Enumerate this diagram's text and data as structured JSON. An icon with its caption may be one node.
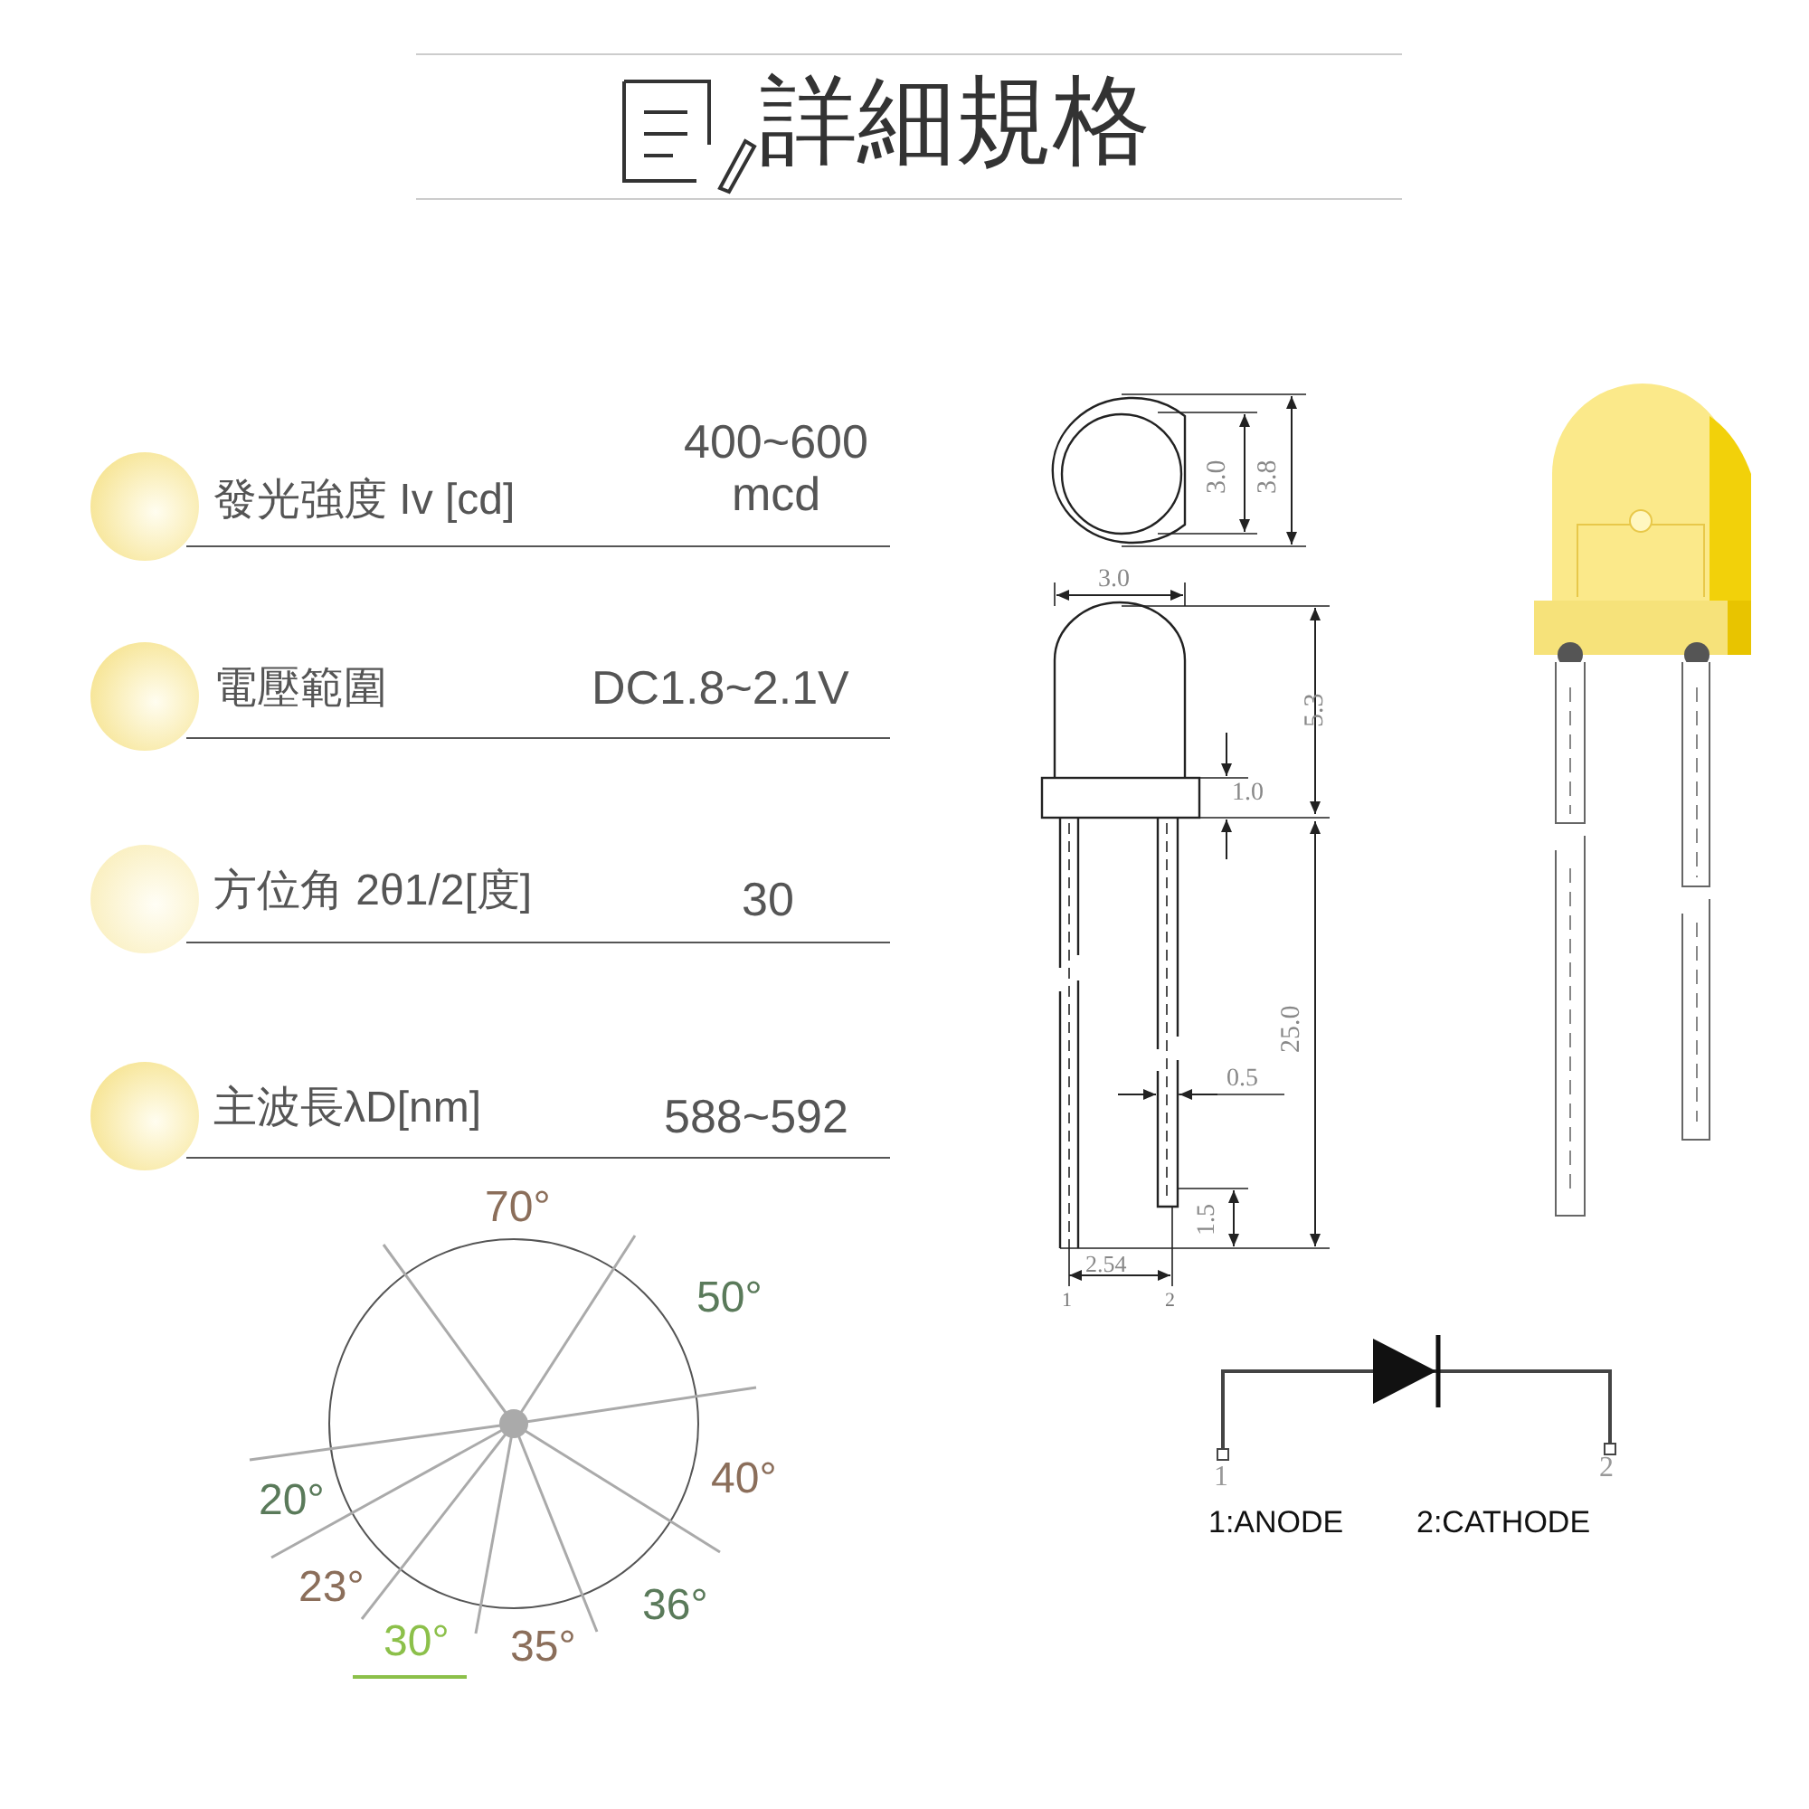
{
  "diagram": {
    "title": "詳細規格",
    "labels": [
      "發光強度 Iv [cd]",
      "400~600 mcd",
      "電壓範圍",
      "DC1.8~2.1V",
      "方位角 2θ1/2[度]",
      "30",
      "主波長λD[nm]",
      "588~592",
      "70°",
      "50°",
      "40°",
      "20°",
      "23°",
      "36°",
      "30°",
      "35°",
      "3.0",
      "3.8",
      "3.0",
      "5.3",
      "1.0",
      "25.0",
      "0.5",
      "1.5",
      "2.54",
      "1",
      "2",
      "1",
      "2",
      "1:ANODE",
      "2:CATHODE"
    ]
  }
}
